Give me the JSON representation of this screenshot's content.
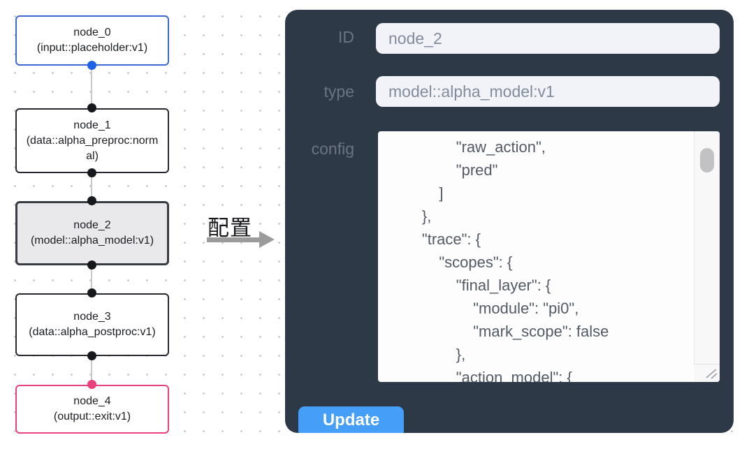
{
  "canvas": {
    "nodes": [
      {
        "name": "node_0",
        "type_label": "(input::placeholder:v1)"
      },
      {
        "name": "node_1",
        "type_label": "(data::alpha_preproc:normal)"
      },
      {
        "name": "node_2",
        "type_label": "(model::alpha_model:v1)"
      },
      {
        "name": "node_3",
        "type_label": "(data::alpha_postproc:v1)"
      },
      {
        "name": "node_4",
        "type_label": "(output::exit:v1)"
      }
    ],
    "colors": {
      "input_node_border": "#3d68cf",
      "default_node_border": "#26282e",
      "selected_node_border": "#383b42",
      "selected_node_bg": "#e9e9eb",
      "output_node_border": "#e8417c",
      "input_port": "#1e62e8",
      "default_port": "#16181d",
      "output_port": "#e8417c",
      "edge_color": "#c9c9c9"
    }
  },
  "transition": {
    "label": "配置"
  },
  "panel": {
    "bg": "#2e3947",
    "accent": "#459ef7",
    "fields": [
      {
        "label": "ID",
        "value": "node_2"
      },
      {
        "label": "type",
        "value": "model::alpha_model:v1"
      }
    ],
    "config": {
      "label": "config",
      "value": "                \"raw_action\",\n                \"pred\"\n            ]\n        },\n        \"trace\": {\n            \"scopes\": {\n                \"final_layer\": {\n                    \"module\": \"pi0\",\n                    \"mark_scope\": false\n                },\n                \"action_model\": {"
    },
    "update_label": "Update"
  }
}
